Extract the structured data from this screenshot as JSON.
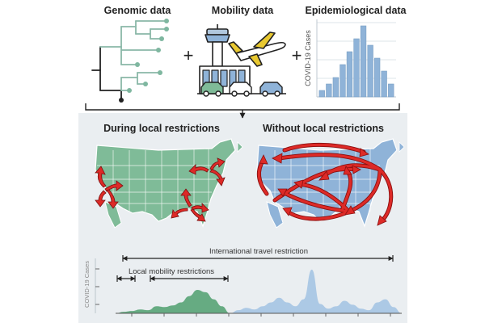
{
  "top": {
    "genomic_title": "Genomic data",
    "mobility_title": "Mobility data",
    "epi_title": "Epidemiological data",
    "plus_sign": "+",
    "epi_ylabel": "COVID-19 Cases"
  },
  "middle": {
    "left_title": "During local restrictions",
    "right_title": "Without local restrictions"
  },
  "timeline": {
    "ylabel": "COVID-19 Cases",
    "international_label": "International travel restriction",
    "local_label": "Local mobility restrictions"
  },
  "colors": {
    "tree": "#8ab8a8",
    "tip": "#7fb7a0",
    "map_green": "#7fbb98",
    "map_blue": "#8fb3d8",
    "panel_bg": "#eaeef1",
    "arrow_red": "#dd2a27",
    "bar_blue": "#8fb3d8",
    "area_green": "#5fa67b",
    "area_blue": "#a9c6e4"
  },
  "chart_data": [
    {
      "type": "bar",
      "ylabel": "COVID-19 Cases",
      "values": [
        1,
        2,
        3,
        5,
        7,
        9,
        11,
        8,
        6,
        4,
        2
      ],
      "ylim": [
        0,
        12
      ]
    },
    {
      "type": "area",
      "ylabel": "COVID-19 Cases",
      "series": [
        {
          "color": "#5fa67b",
          "x": [
            0,
            10,
            20,
            30,
            40,
            50,
            60,
            70,
            80,
            90,
            100,
            110,
            120,
            130,
            140
          ],
          "values": [
            0,
            2,
            3,
            5,
            4,
            9,
            8,
            10,
            14,
            22,
            30,
            27,
            18,
            9,
            0
          ]
        },
        {
          "color": "#a9c6e4",
          "x": [
            140,
            150,
            160,
            170,
            180,
            190,
            200,
            210,
            220,
            230,
            240,
            250,
            260,
            270,
            280,
            290,
            300,
            310,
            320,
            330,
            340,
            350
          ],
          "values": [
            0,
            4,
            7,
            5,
            9,
            14,
            20,
            14,
            9,
            18,
            56,
            12,
            6,
            9,
            16,
            11,
            6,
            4,
            14,
            18,
            8,
            0
          ]
        }
      ],
      "xlim": [
        0,
        350
      ],
      "ylim": [
        0,
        60
      ]
    }
  ]
}
